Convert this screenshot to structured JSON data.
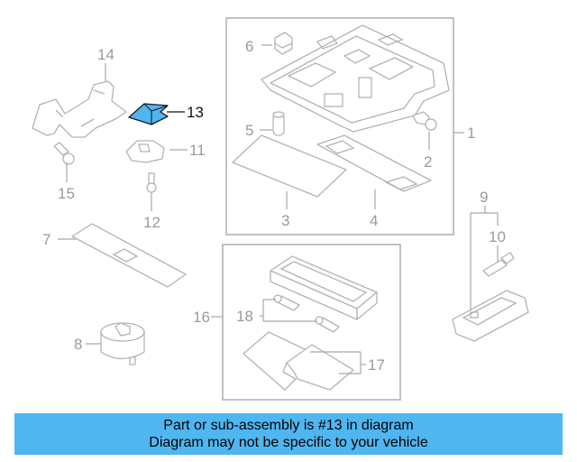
{
  "diagram": {
    "highlight_color": "#4fb6f0",
    "highlighted_part": "13",
    "callouts": {
      "c1": "1",
      "c2": "2",
      "c3": "3",
      "c4": "4",
      "c5": "5",
      "c6": "6",
      "c7": "7",
      "c8": "8",
      "c9": "9",
      "c10": "10",
      "c11": "11",
      "c12": "12",
      "c13": "13",
      "c14": "14",
      "c15": "15",
      "c16": "16",
      "c17": "17",
      "c18": "18"
    }
  },
  "banner": {
    "line1": "Part or sub-assembly is #13 in diagram",
    "line2": "Diagram may not be specific to your vehicle",
    "background_color": "#4fb6f0"
  }
}
